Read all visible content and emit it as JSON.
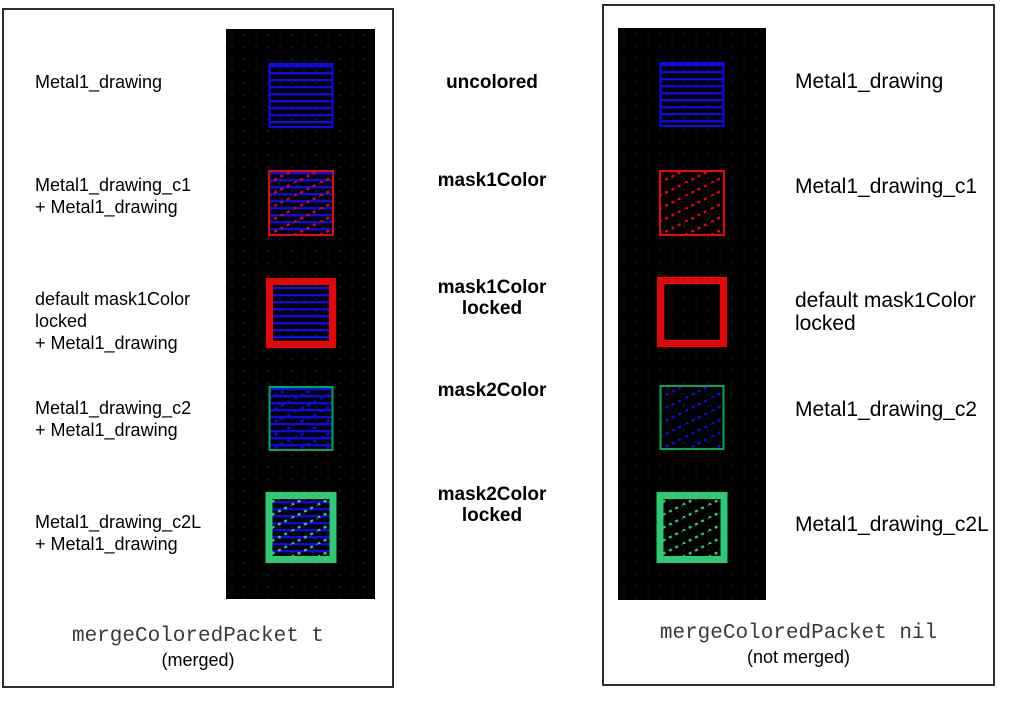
{
  "colors": {
    "blue": "#0b0bea",
    "red": "#e80505",
    "green": "#00a855",
    "green_bright": "#2ec973",
    "black": "#000000"
  },
  "left_panel": {
    "rows": [
      {
        "lines": [
          "Metal1_drawing"
        ],
        "square": {
          "size": 65,
          "border": "blue",
          "border_width": 2,
          "fills": [
            "hlines"
          ]
        }
      },
      {
        "lines": [
          "Metal1_drawing_c1",
          "+ Metal1_drawing"
        ],
        "square": {
          "size": 66,
          "border": "red",
          "border_width": 2,
          "fills": [
            "hlines",
            "diag_red"
          ]
        }
      },
      {
        "lines": [
          "default mask1Color",
          "locked",
          "+ Metal1_drawing"
        ],
        "square": {
          "size": 70,
          "border": "red",
          "border_width": 7,
          "fills": [
            "hlines"
          ]
        }
      },
      {
        "lines": [
          "Metal1_drawing_c2",
          "+ Metal1_drawing"
        ],
        "square": {
          "size": 65,
          "border": "green",
          "border_width": 2,
          "fills": [
            "hlines",
            "diag_blue"
          ]
        }
      },
      {
        "lines": [
          "Metal1_drawing_c2L",
          "+ Metal1_drawing"
        ],
        "square": {
          "size": 71,
          "border": "green_bright",
          "border_width": 7,
          "fills": [
            "hlines",
            "diag_green"
          ]
        }
      }
    ],
    "caption_code": "mergeColoredPacket t",
    "caption_note": "(merged)"
  },
  "middle_labels": {
    "rows": [
      {
        "lines": [
          "uncolored"
        ]
      },
      {
        "lines": [
          "mask1Color"
        ]
      },
      {
        "lines": [
          "mask1Color",
          "locked"
        ]
      },
      {
        "lines": [
          "mask2Color"
        ]
      },
      {
        "lines": [
          "mask2Color",
          "locked"
        ]
      }
    ]
  },
  "right_panel": {
    "rows": [
      {
        "lines": [
          "Metal1_drawing"
        ],
        "square": {
          "size": 65,
          "border": "blue",
          "border_width": 2,
          "fills": [
            "hlines"
          ]
        }
      },
      {
        "lines": [
          "Metal1_drawing_c1"
        ],
        "square": {
          "size": 66,
          "border": "red",
          "border_width": 2,
          "fills": [
            "diag_red"
          ]
        }
      },
      {
        "lines": [
          "default mask1Color",
          "locked"
        ],
        "square": {
          "size": 70,
          "border": "red",
          "border_width": 7,
          "fills": []
        }
      },
      {
        "lines": [
          "Metal1_drawing_c2"
        ],
        "square": {
          "size": 65,
          "border": "green",
          "border_width": 2,
          "fills": [
            "diag_blue"
          ]
        }
      },
      {
        "lines": [
          "Metal1_drawing_c2L"
        ],
        "square": {
          "size": 71,
          "border": "green_bright",
          "border_width": 7,
          "fills": [
            "diag_green"
          ]
        }
      }
    ],
    "caption_code": "mergeColoredPacket nil",
    "caption_note": "(not merged)"
  }
}
